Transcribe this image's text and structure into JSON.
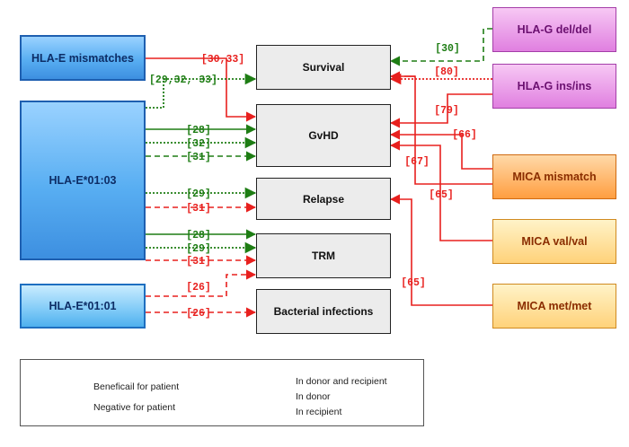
{
  "boxes": {
    "hla_e_mismatches": "HLA-E mismatches",
    "hla_e_0103": "HLA-E*01:03",
    "hla_e_0101": "HLA-E*01:01",
    "survival": "Survival",
    "gvhd": "GvHD",
    "relapse": "Relapse",
    "trm": "TRM",
    "bacterial": "Bacterial infections",
    "hla_g_deldel": "HLA-G del/del",
    "hla_g_insins": "HLA-G ins/ins",
    "mica_mismatch": "MICA mismatch",
    "mica_valval": "MICA val/val",
    "mica_metmet": "MICA met/met"
  },
  "refs": {
    "r30_33": "[30,33]",
    "r29_32_33": "[29,32, 33]",
    "r28a": "[28]",
    "r32": "[32]",
    "r31a": "[31]",
    "r29a": "[29]",
    "r31b": "[31]",
    "r28b": "[28]",
    "r29b": "[29]",
    "r31c": "[31]",
    "r26a": "[26]",
    "r26b": "[26]",
    "r30": "[30]",
    "r80": "[80]",
    "r79": "[79]",
    "r66": "[66]",
    "r67": "[67]",
    "r65a": "[65]",
    "r65b": "[65]"
  },
  "legend": {
    "beneficial": "Beneficail for  patient",
    "negative": "Negative for patient",
    "both": "In donor  and  recipient",
    "donor": "In donor",
    "recipient": "In recipient"
  },
  "colors": {
    "beneficial": "#1e7d14",
    "negative": "#e8201e"
  }
}
